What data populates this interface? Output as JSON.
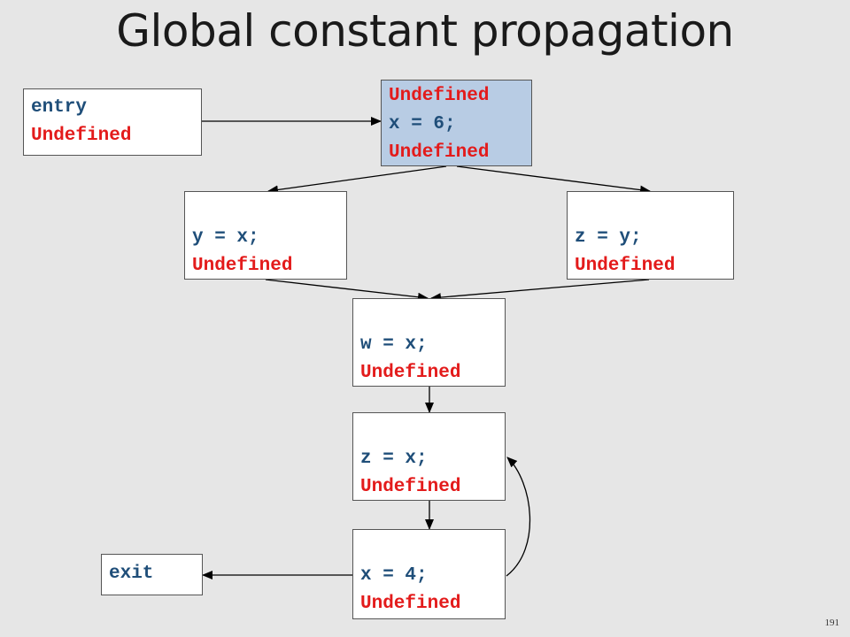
{
  "title": "Global constant propagation",
  "page_number": "191",
  "nodes": {
    "entry": {
      "label": "entry",
      "state": "Undefined"
    },
    "x6": {
      "state_in": "Undefined",
      "code": "x = 6;",
      "state_out": "Undefined"
    },
    "yx": {
      "code": "y = x;",
      "state": "Undefined"
    },
    "zy": {
      "code": "z = y;",
      "state": "Undefined"
    },
    "wx": {
      "code": "w = x;",
      "state": "Undefined"
    },
    "zx": {
      "code": "z = x;",
      "state": "Undefined"
    },
    "x4": {
      "code": "x = 4;",
      "state": "Undefined"
    },
    "exit": {
      "label": "exit"
    }
  },
  "colors": {
    "code": "#1f4e79",
    "state": "#e31b1b",
    "highlight": "#b8cce4"
  }
}
